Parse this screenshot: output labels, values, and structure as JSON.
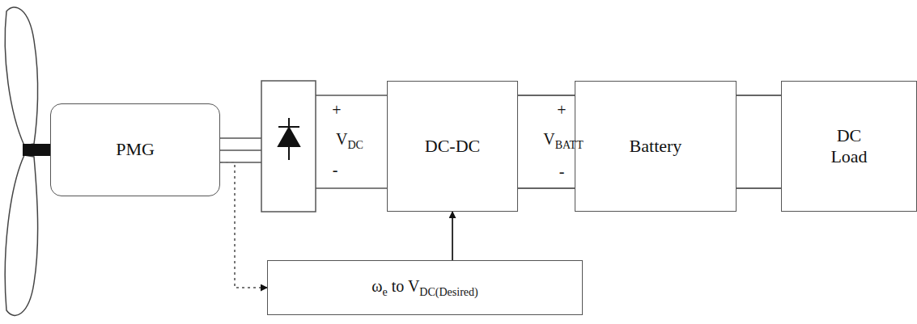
{
  "diagram": {
    "nodes": [
      {
        "text": [
          "PMG"
        ]
      },
      {
        "text": [
          "DC-DC"
        ]
      },
      {
        "text": [
          "Battery"
        ]
      },
      {
        "text": [
          "DC Load"
        ]
      },
      {
        "text": [
          "ωe to VDC(Desired)"
        ]
      }
    ],
    "edges": [
      {
        "from": 4,
        "to": 1,
        "arrow": "to"
      },
      {
        "from": 0,
        "to": 4,
        "arrow": "to"
      },
      {
        "from": 1,
        "to": 2,
        "arrow": "none"
      },
      {
        "from": 2,
        "to": 3,
        "arrow": "none"
      }
    ],
    "labels": [
      "+",
      "VDC",
      "-",
      "+",
      "VBATT",
      "-"
    ]
  }
}
